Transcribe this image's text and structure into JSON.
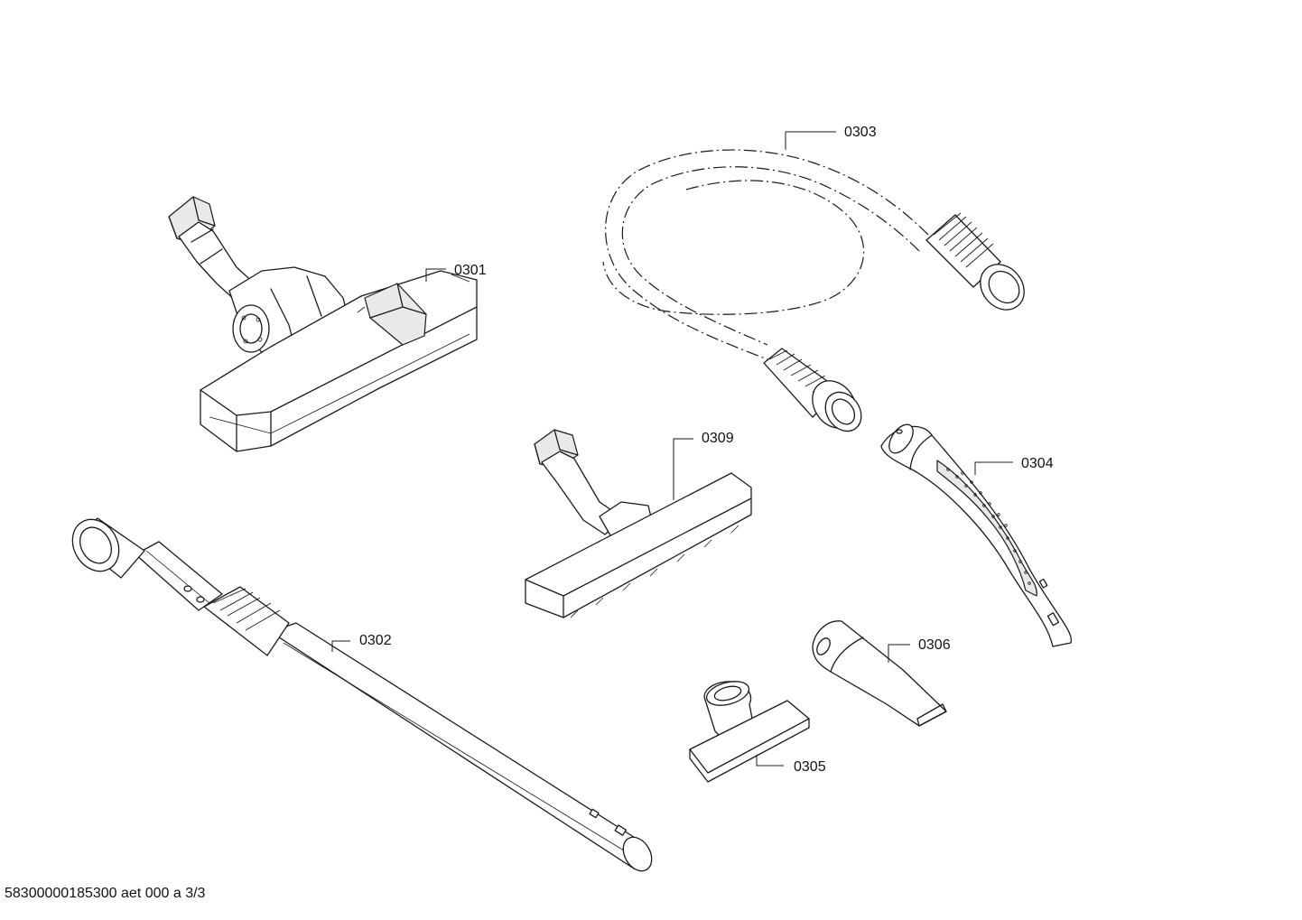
{
  "parts": [
    {
      "id": "0301",
      "label": "0301",
      "icon": "floor-nozzle-icon"
    },
    {
      "id": "0302",
      "label": "0302",
      "icon": "telescopic-tube-icon"
    },
    {
      "id": "0303",
      "label": "0303",
      "icon": "suction-hose-icon"
    },
    {
      "id": "0304",
      "label": "0304",
      "icon": "hose-handle-icon"
    },
    {
      "id": "0305",
      "label": "0305",
      "icon": "upholstery-nozzle-icon"
    },
    {
      "id": "0306",
      "label": "0306",
      "icon": "crevice-nozzle-icon"
    },
    {
      "id": "0309",
      "label": "0309",
      "icon": "parquet-nozzle-icon"
    }
  ],
  "footer": {
    "text": "58300000185300 aet 000 a 3/3"
  }
}
